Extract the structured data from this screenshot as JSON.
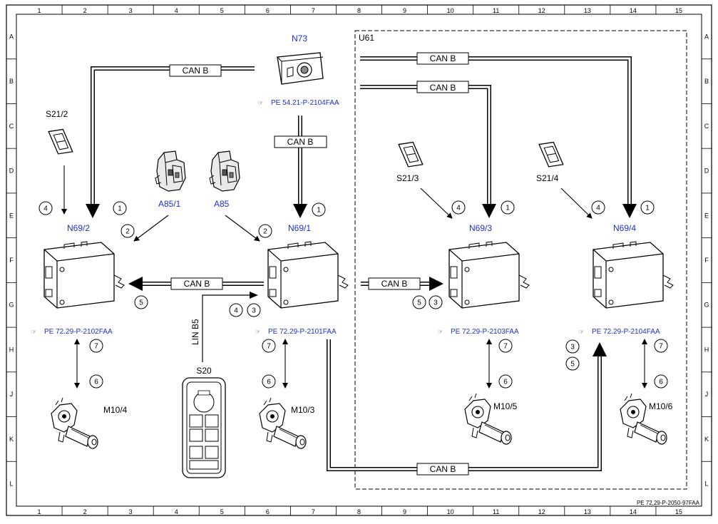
{
  "grid": {
    "columns": [
      "1",
      "2",
      "3",
      "4",
      "5",
      "6",
      "7",
      "8",
      "9",
      "10",
      "11",
      "12",
      "13",
      "14",
      "15"
    ],
    "rows": [
      "A",
      "B",
      "C",
      "D",
      "E",
      "F",
      "G",
      "H",
      "J",
      "K",
      "L"
    ]
  },
  "region": {
    "label": "U61"
  },
  "bus": {
    "can": "CAN B",
    "lin": "LIN B5"
  },
  "components": {
    "n73": "N73",
    "n69_1": "N69/1",
    "n69_2": "N69/2",
    "n69_3": "N69/3",
    "n69_4": "N69/4",
    "a85_1": "A85/1",
    "a85": "A85",
    "s21_2": "S21/2",
    "s21_3": "S21/3",
    "s21_4": "S21/4",
    "s20": "S20",
    "m10_3": "M10/3",
    "m10_4": "M10/4",
    "m10_5": "M10/5",
    "m10_6": "M10/6"
  },
  "refs": {
    "n73": "PE 54.21-P-2104FAA",
    "n69_1": "PE 72.29-P-2101FAA",
    "n69_2": "PE 72.29-P-2102FAA",
    "n69_3": "PE 72.29-P-2103FAA",
    "n69_4": "PE 72.29-P-2104FAA"
  },
  "markers": {
    "m1": "1",
    "m2": "2",
    "m3": "3",
    "m4": "4",
    "m5": "5",
    "m6": "6",
    "m7": "7"
  },
  "footer": {
    "code": "PE 72.29-P-2050-97FAA"
  }
}
